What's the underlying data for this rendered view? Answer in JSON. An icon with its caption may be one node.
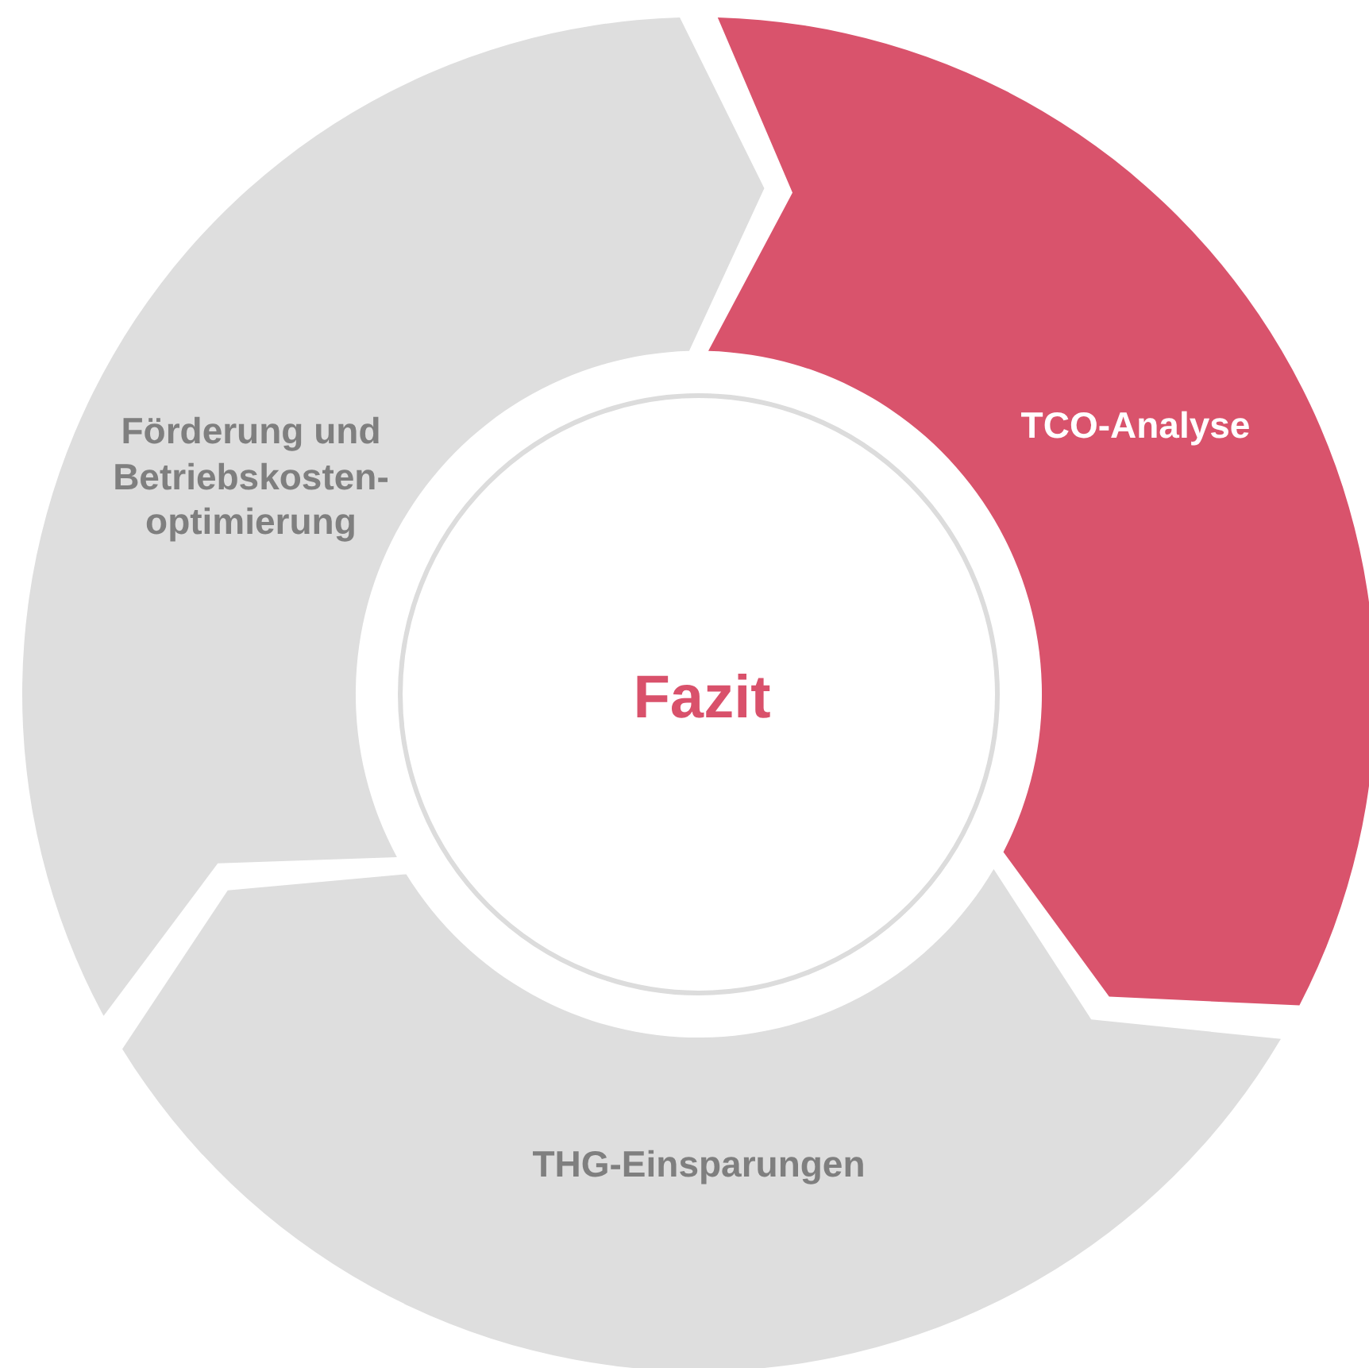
{
  "diagram": {
    "nodes": [
      {
        "text": [
          "Förderung und Betriebskosten-optimierung"
        ]
      },
      {
        "text": [
          "TCO-Analyse"
        ]
      },
      {
        "text": [
          "Fazit"
        ]
      },
      {
        "text": [
          "THG-Einsparungen"
        ]
      }
    ]
  }
}
